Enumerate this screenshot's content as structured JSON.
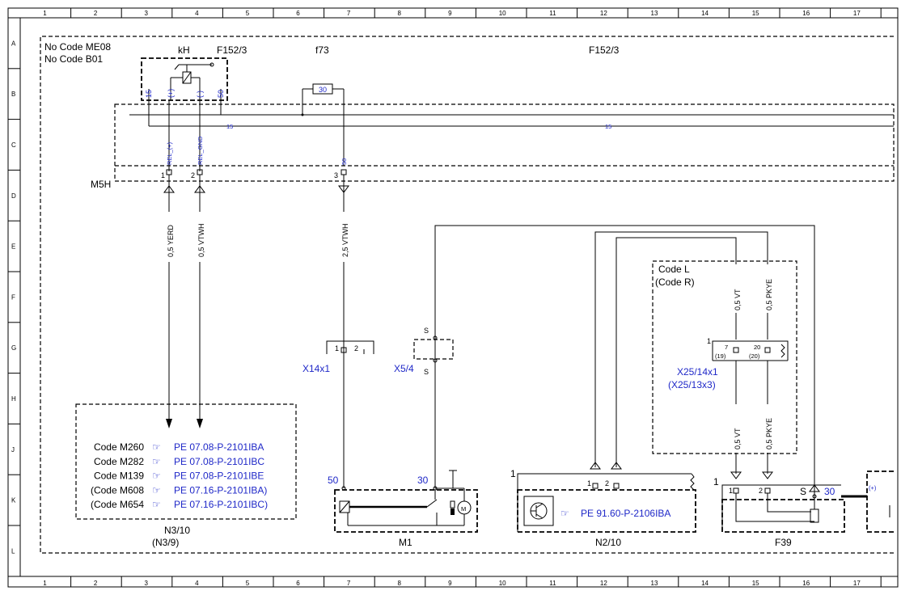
{
  "ruler": {
    "columns": [
      "1",
      "2",
      "3",
      "4",
      "5",
      "6",
      "7",
      "8",
      "9",
      "10",
      "11",
      "12",
      "13",
      "14",
      "15",
      "16",
      "17"
    ],
    "rows": [
      "A",
      "B",
      "C",
      "D",
      "E",
      "F",
      "G",
      "H",
      "J",
      "K",
      "L"
    ]
  },
  "header": {
    "codes": [
      "No Code ME08",
      "No Code B01"
    ],
    "relay_name": "kH",
    "relay_ref": "F152/3",
    "fuse_name": "f73",
    "fuse_block": "F152/3",
    "fuse_value": "30",
    "relay_pins": [
      "15",
      "(+)",
      "(-)",
      "50"
    ]
  },
  "m5h": {
    "label": "M5H",
    "bus_label_15": "15",
    "signals": [
      "REL_(+)",
      "REL_GND",
      "50"
    ],
    "pins": [
      "1",
      "2",
      "3"
    ]
  },
  "wires": {
    "w1": "0,5 YERD",
    "w2": "0,5 VTWH",
    "w3": "2,5 VTWH",
    "w4": "0,5 VT",
    "w5": "0,5 PKYE",
    "w6": "0,5 VT",
    "w7": "0,5 PKYE"
  },
  "connectors": {
    "x14": {
      "label": "X14x1",
      "pins": [
        "1",
        "2"
      ]
    },
    "x5": {
      "label": "X5/4",
      "s_top": "S",
      "s_bottom": "S"
    },
    "x25": {
      "label": "X25/14x1",
      "alt": "(X25/13x3)",
      "pins": [
        "7",
        "20"
      ],
      "alt_pins": [
        "(19)",
        "(20)"
      ],
      "num": "1"
    }
  },
  "code_box": {
    "title": "Code L",
    "subtitle": "(Code R)"
  },
  "refs": [
    {
      "code": "Code M260",
      "ref": "PE 07.08-P-2101IBA"
    },
    {
      "code": "Code M282",
      "ref": "PE 07.08-P-2101IBC"
    },
    {
      "code": "Code M139",
      "ref": "PE 07.08-P-2101IBE"
    },
    {
      "code": "(Code M608",
      "ref": "PE 07.16-P-2101IBA)"
    },
    {
      "code": "(Code M654",
      "ref": "PE 07.16-P-2101IBC)"
    }
  ],
  "components": {
    "n310": {
      "name": "N3/10",
      "alt": "(N3/9)"
    },
    "m1": {
      "name": "M1",
      "pin_a": "50",
      "pin_b": "30"
    },
    "n210": {
      "name": "N2/10",
      "ref": "PE 91.60-P-2106IBA",
      "num": "1",
      "pins": [
        "1",
        "2"
      ]
    },
    "f39": {
      "name": "F39",
      "num": "1",
      "pins": [
        "1",
        "2"
      ],
      "s": "S",
      "pin_30": "30",
      "plus": "(+)"
    }
  },
  "colors": {
    "blue": "#1f28c8",
    "line": "#000000"
  }
}
